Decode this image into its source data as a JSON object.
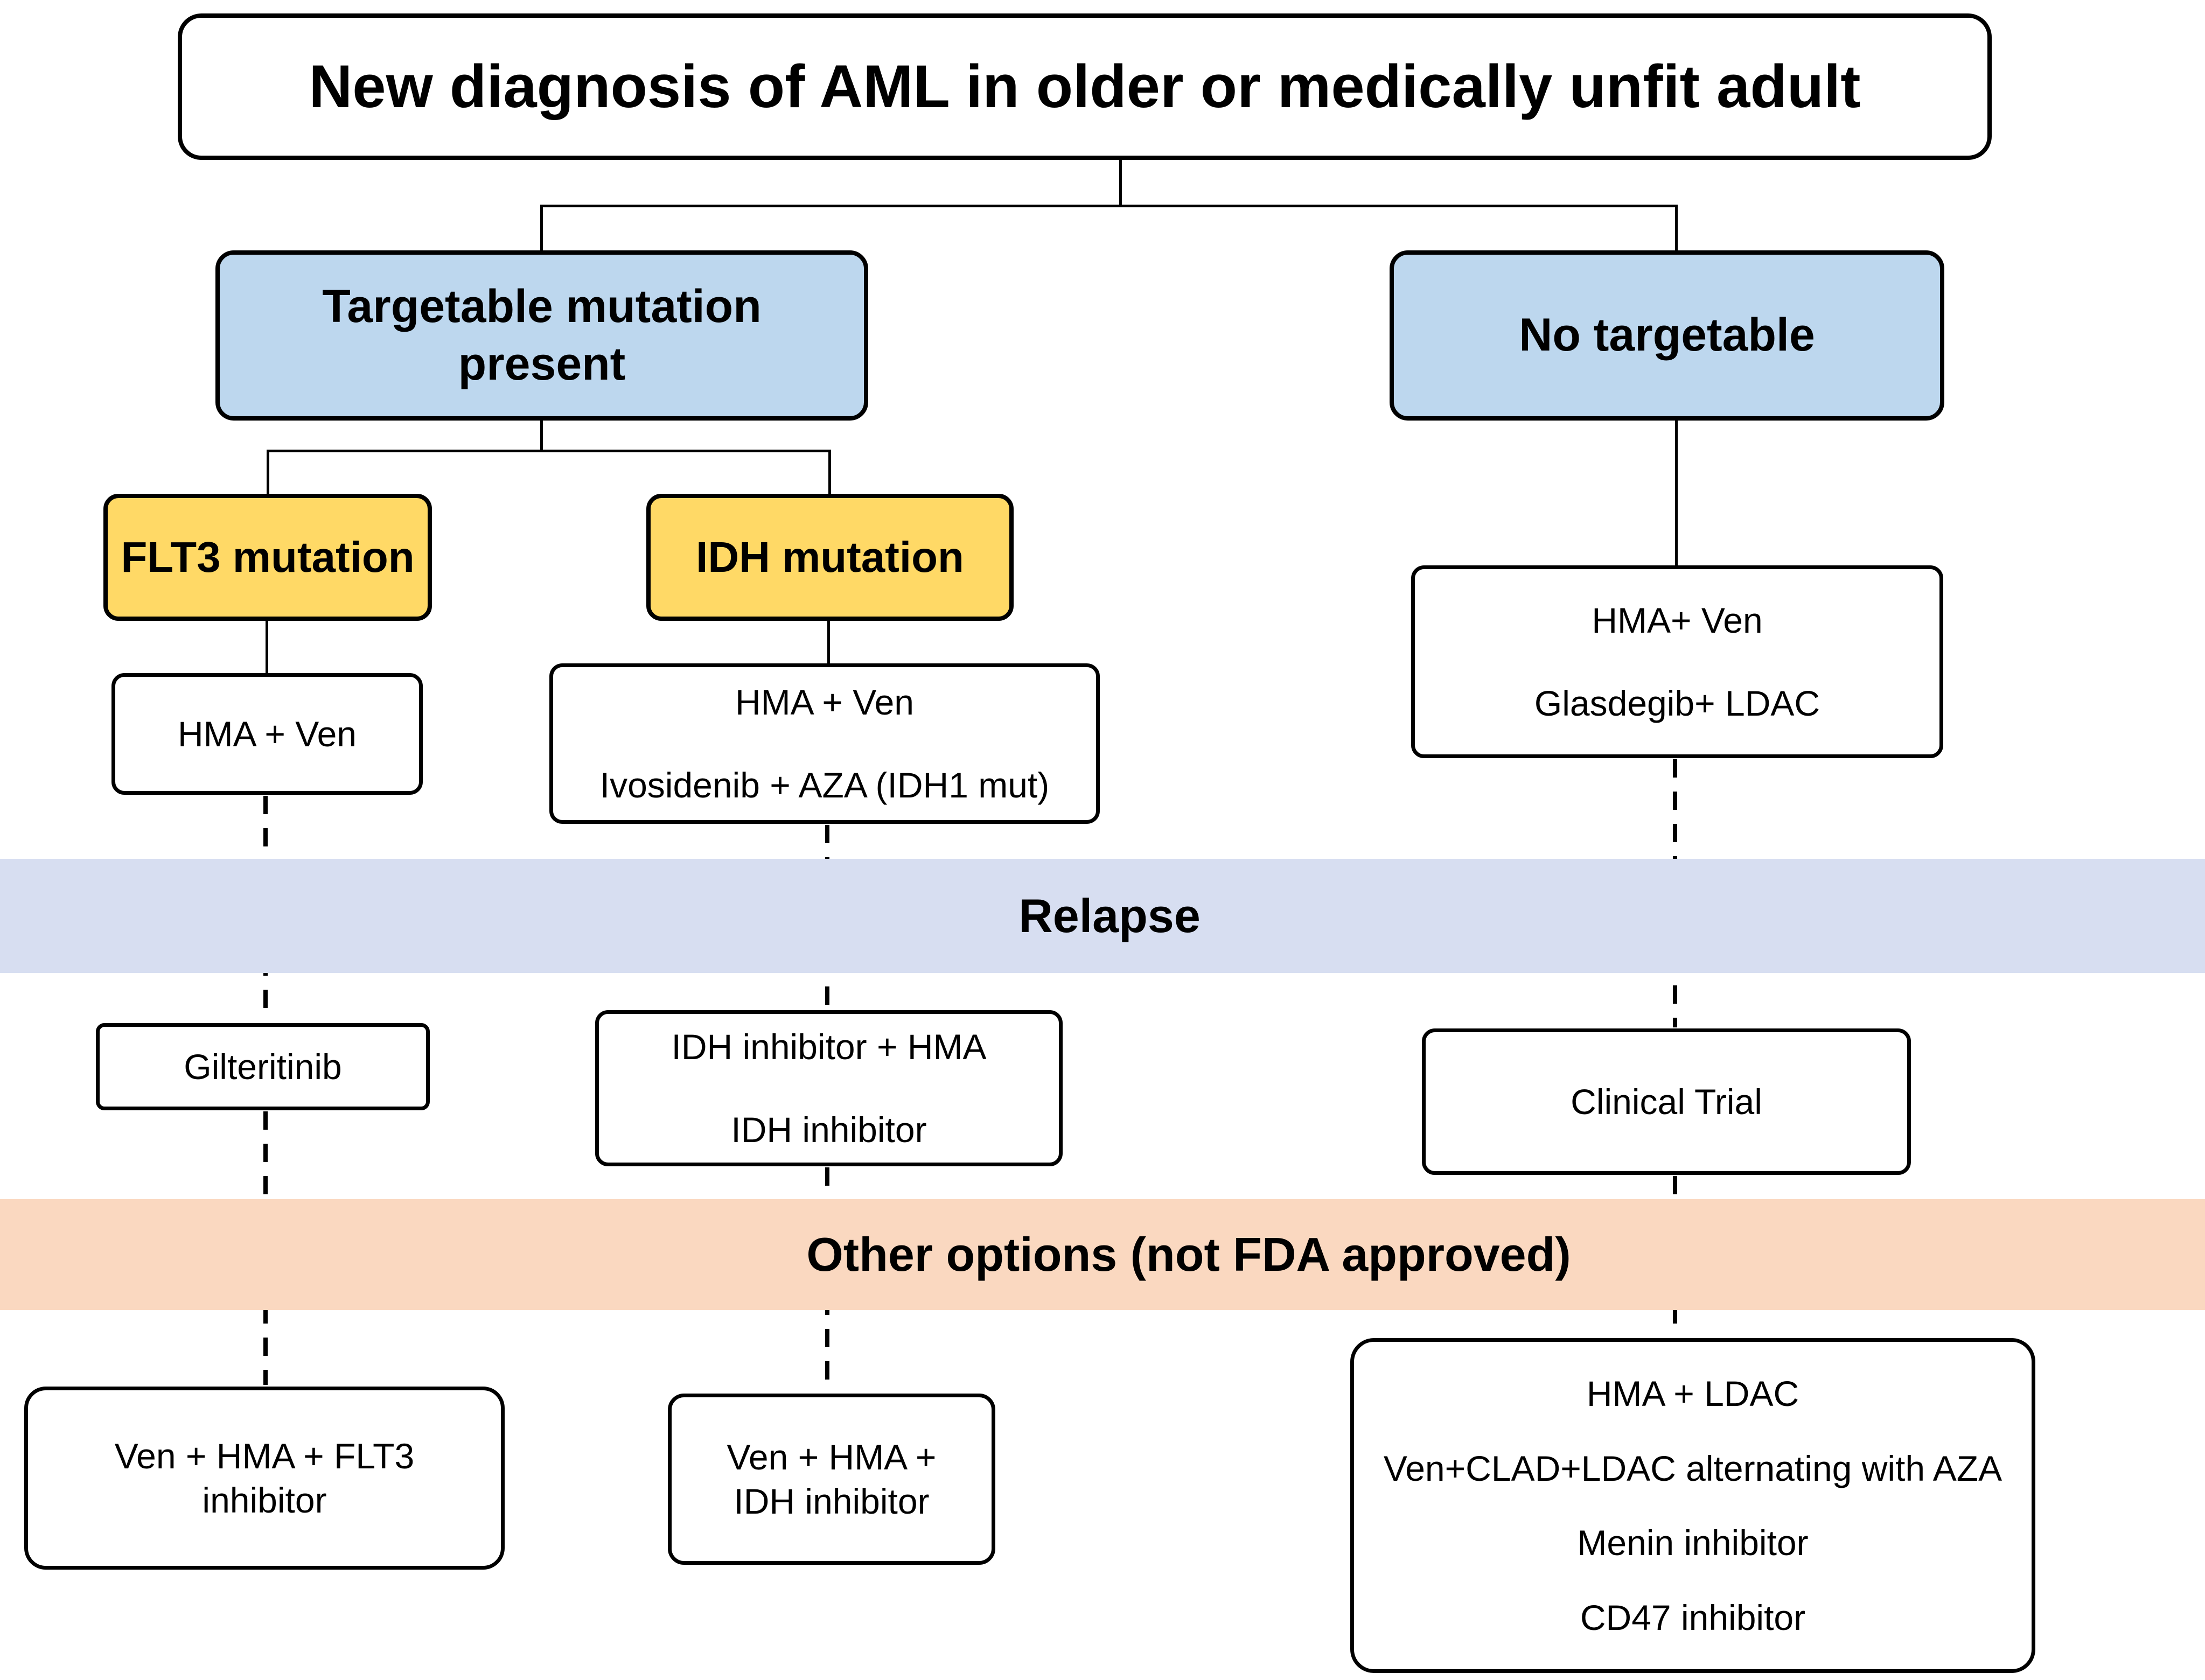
{
  "diagram": {
    "title": "New diagnosis of AML in older or medically unfit adult",
    "branch_targetable": "Targetable mutation present",
    "branch_no_targetable": "No targetable",
    "bands": {
      "relapse": "Relapse",
      "other_options": "Other options (not FDA approved)"
    },
    "flt3": {
      "header": "FLT3 mutation",
      "frontline": [
        "HMA + Ven"
      ],
      "relapse": [
        "Gilteritinib"
      ],
      "other": [
        "Ven + HMA + FLT3 inhibitor"
      ]
    },
    "idh": {
      "header": "IDH mutation",
      "frontline": [
        "HMA + Ven",
        "Ivosidenib + AZA (IDH1 mut)"
      ],
      "relapse": [
        "IDH inhibitor + HMA",
        "IDH inhibitor"
      ],
      "other": [
        "Ven + HMA + IDH inhibitor"
      ]
    },
    "no_targetable": {
      "frontline": [
        "HMA+ Ven",
        "Glasdegib+ LDAC"
      ],
      "relapse": [
        "Clinical Trial"
      ],
      "other": [
        "HMA + LDAC",
        "Ven+CLAD+LDAC alternating with AZA",
        "Menin inhibitor",
        "CD47 inhibitor"
      ]
    },
    "colors": {
      "branch_fill": "#BDD7EE",
      "mutation_fill": "#FFD966",
      "relapse_band_fill": "#D7DEF1",
      "other_band_fill": "#FAD8C0",
      "line_color": "#000000"
    }
  }
}
